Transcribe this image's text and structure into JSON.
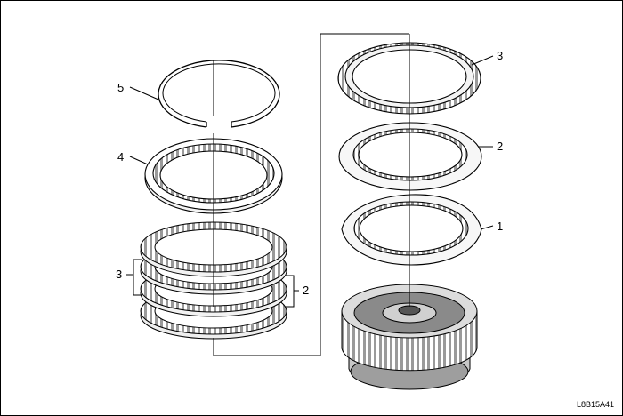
{
  "figure_id": "L8B15A41",
  "callouts": {
    "snap_ring_label": "5",
    "backing_plate_label": "4",
    "friction_stack_label": "3",
    "steel_stack_label": "2",
    "friction_plate_label": "3",
    "steel_plate_label": "2",
    "waved_plate_label": "1"
  },
  "colors": {
    "line": "#000000",
    "ring_fill": "#f2f2f2",
    "teeth_fill": "#b0b0b0",
    "dark": "#555555"
  }
}
